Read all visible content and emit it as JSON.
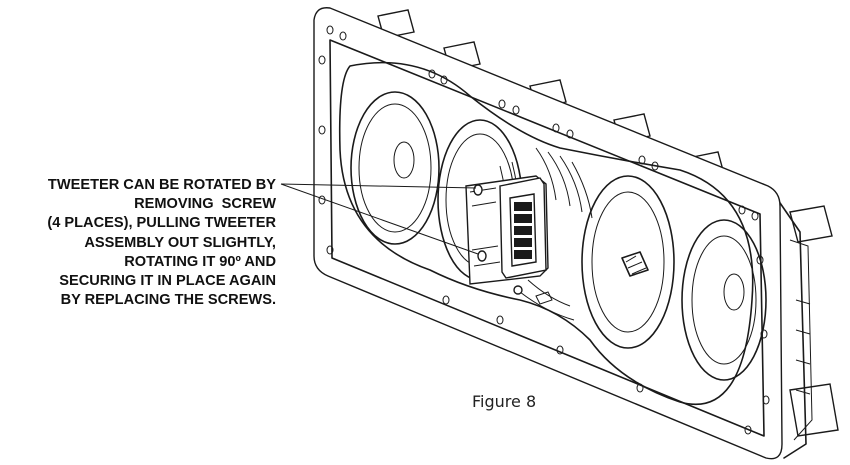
{
  "callout": {
    "lines": [
      "TWEETER CAN BE ROTATED BY",
      "REMOVING  SCREW",
      "(4 PLACES), PULLING TWEETER",
      "ASSEMBLY OUT SLIGHTLY,",
      "ROTATING IT 90º AND",
      "SECURING IT IN PLACE AGAIN",
      "BY REPLACING THE SCREWS."
    ]
  },
  "figure": {
    "caption": "Figure 8"
  }
}
